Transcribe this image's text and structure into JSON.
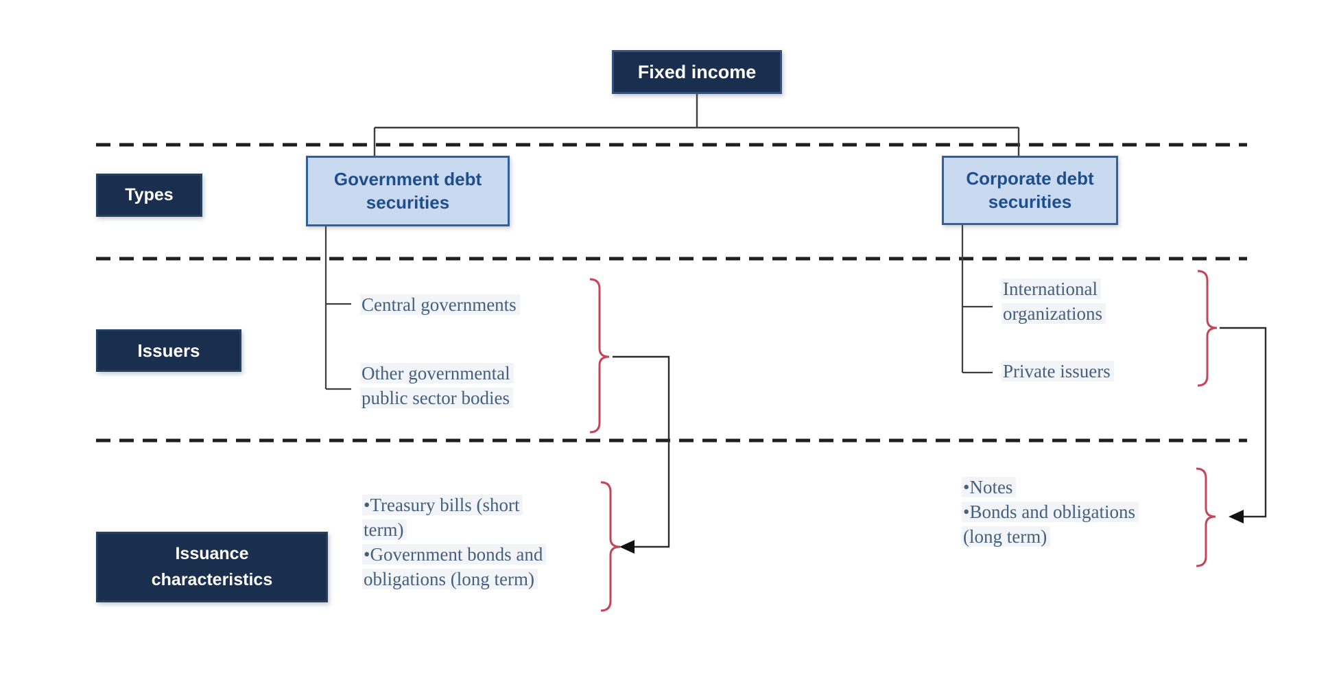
{
  "colors": {
    "dark_box_fill": "#1a2f4e",
    "dark_box_border": "#24405f",
    "light_box_fill": "#c9d9f0",
    "light_box_border": "#2f5fa0",
    "light_box_text": "#1f4e8c",
    "body_text": "#44607f",
    "brace": "#c4455a",
    "connector_line": "#3d3d3d",
    "dashed_line": "#1f1f1f"
  },
  "root": {
    "label": "Fixed income"
  },
  "row_labels": {
    "types": "Types",
    "issuers": "Issuers",
    "issuance": [
      "Issuance",
      "characteristics"
    ]
  },
  "government": {
    "type_box": [
      "Government debt",
      "securities"
    ],
    "issuer_items": {
      "central": [
        "Central governments"
      ],
      "other": [
        "Other governmental",
        "public sector bodies"
      ]
    },
    "issuance_lines": [
      "•Treasury bills (short",
      "term)",
      "•Government bonds and",
      "obligations (long term)"
    ]
  },
  "corporate": {
    "type_box": [
      "Corporate debt",
      "securities"
    ],
    "issuer_items": {
      "international": [
        "International",
        "organizations"
      ],
      "private": [
        "Private issuers"
      ]
    },
    "issuance_lines": [
      "•Notes",
      "•Bonds and obligations",
      "(long term)"
    ]
  }
}
